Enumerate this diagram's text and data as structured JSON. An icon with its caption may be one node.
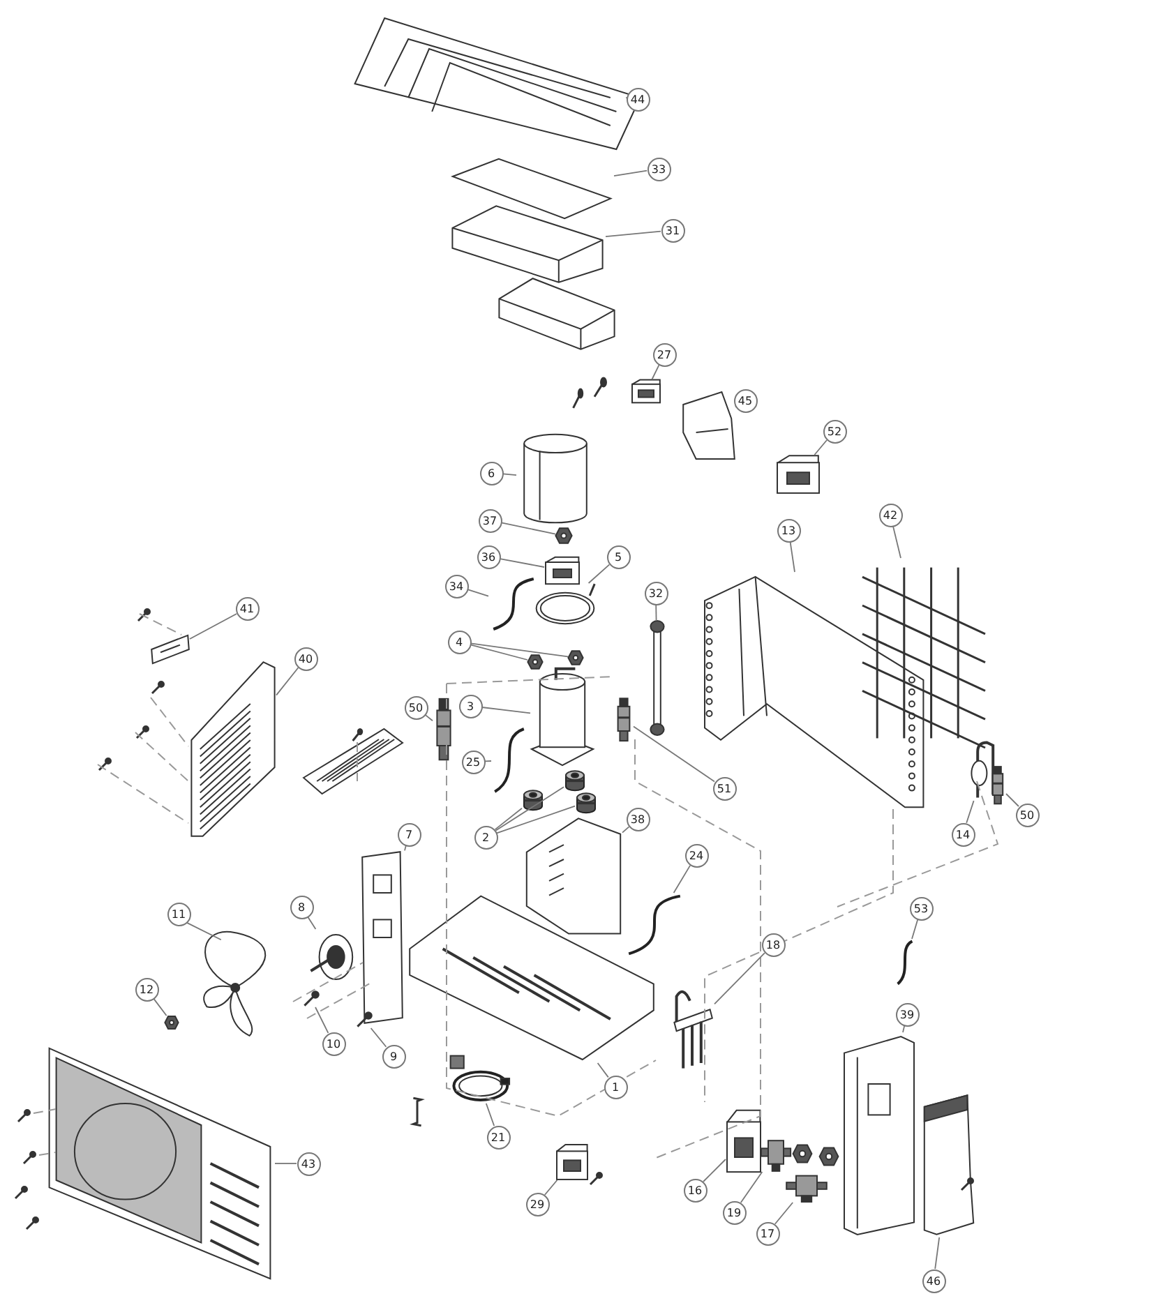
{
  "diagram": {
    "nodes": [
      {
        "text": [
          "44"
        ]
      },
      {
        "text": [],
        "shape": "picture"
      },
      {
        "text": [
          "33"
        ]
      },
      {
        "text": [],
        "shape": "picture"
      },
      {
        "text": [
          "31"
        ]
      },
      {
        "text": [],
        "shape": "picture"
      },
      {
        "text": [
          "27"
        ]
      },
      {
        "text": [],
        "shape": "picture"
      },
      {
        "text": [
          "45"
        ]
      },
      {
        "text": [],
        "shape": "picture"
      },
      {
        "text": [
          "52"
        ]
      },
      {
        "text": [],
        "shape": "picture"
      },
      {
        "text": [
          "6"
        ]
      },
      {
        "text": [],
        "shape": "picture"
      },
      {
        "text": [
          "37"
        ]
      },
      {
        "text": [],
        "shape": "picture"
      },
      {
        "text": [
          "36"
        ]
      },
      {
        "text": [],
        "shape": "picture"
      },
      {
        "text": [
          "5"
        ]
      },
      {
        "text": [],
        "shape": "picture"
      },
      {
        "text": [
          "34"
        ]
      },
      {
        "text": [],
        "shape": "picture"
      },
      {
        "text": [
          "32"
        ]
      },
      {
        "text": [],
        "shape": "picture"
      },
      {
        "text": [
          "13"
        ]
      },
      {
        "text": [],
        "shape": "picture"
      },
      {
        "text": [
          "42"
        ]
      },
      {
        "text": [],
        "shape": "picture"
      },
      {
        "text": [
          "41"
        ]
      },
      {
        "text": [],
        "shape": "picture"
      },
      {
        "text": [
          "40"
        ]
      },
      {
        "text": [],
        "shape": "picture"
      },
      {
        "text": [
          "4"
        ]
      },
      {
        "text": [],
        "shape": "picture"
      },
      {
        "text": [],
        "shape": "picture"
      },
      {
        "text": [
          "3"
        ]
      },
      {
        "text": [],
        "shape": "picture"
      },
      {
        "text": [
          "50"
        ]
      },
      {
        "text": [],
        "shape": "picture"
      },
      {
        "text": [
          "51"
        ]
      },
      {
        "text": [],
        "shape": "picture"
      },
      {
        "text": [
          "25"
        ]
      },
      {
        "text": [],
        "shape": "picture"
      },
      {
        "text": [
          "2"
        ]
      },
      {
        "text": [],
        "shape": "picture"
      },
      {
        "text": [],
        "shape": "picture"
      },
      {
        "text": [],
        "shape": "picture"
      },
      {
        "text": [
          "38"
        ]
      },
      {
        "text": [],
        "shape": "picture"
      },
      {
        "text": [
          "24"
        ]
      },
      {
        "text": [],
        "shape": "picture"
      },
      {
        "text": [
          "14"
        ]
      },
      {
        "text": [],
        "shape": "picture"
      },
      {
        "text": [
          "50"
        ]
      },
      {
        "text": [],
        "shape": "picture"
      },
      {
        "text": [
          "7"
        ]
      },
      {
        "text": [],
        "shape": "picture"
      },
      {
        "text": [
          "8"
        ]
      },
      {
        "text": [],
        "shape": "picture"
      },
      {
        "text": [
          "11"
        ]
      },
      {
        "text": [],
        "shape": "picture"
      },
      {
        "text": [
          "12"
        ]
      },
      {
        "text": [],
        "shape": "picture"
      },
      {
        "text": [
          "10"
        ]
      },
      {
        "text": [],
        "shape": "picture"
      },
      {
        "text": [
          "9"
        ]
      },
      {
        "text": [],
        "shape": "picture"
      },
      {
        "text": [
          "18"
        ]
      },
      {
        "text": [],
        "shape": "picture"
      },
      {
        "text": [
          "53"
        ]
      },
      {
        "text": [],
        "shape": "picture"
      },
      {
        "text": [
          "39"
        ]
      },
      {
        "text": [],
        "shape": "picture"
      },
      {
        "text": [
          "1"
        ]
      },
      {
        "text": [],
        "shape": "picture"
      },
      {
        "text": [
          "43"
        ]
      },
      {
        "text": [],
        "shape": "picture"
      },
      {
        "text": [
          "21"
        ]
      },
      {
        "text": [],
        "shape": "picture"
      },
      {
        "text": [
          "16"
        ]
      },
      {
        "text": [],
        "shape": "picture"
      },
      {
        "text": [
          "19"
        ]
      },
      {
        "text": [],
        "shape": "picture"
      },
      {
        "text": [
          "17"
        ]
      },
      {
        "text": [],
        "shape": "picture"
      },
      {
        "text": [
          "29"
        ]
      },
      {
        "text": [],
        "shape": "picture"
      },
      {
        "text": [
          "46"
        ]
      },
      {
        "text": [],
        "shape": "picture"
      }
    ],
    "edges": [
      {
        "from": 0,
        "to": 1,
        "arrow": "none"
      },
      {
        "from": 2,
        "to": 3,
        "arrow": "none"
      },
      {
        "from": 4,
        "to": 5,
        "arrow": "none"
      },
      {
        "from": 6,
        "to": 7,
        "arrow": "none"
      },
      {
        "from": 8,
        "to": 9,
        "arrow": "none"
      },
      {
        "from": 10,
        "to": 11,
        "arrow": "none"
      },
      {
        "from": 12,
        "to": 13,
        "arrow": "none"
      },
      {
        "from": 14,
        "to": 15,
        "arrow": "none"
      },
      {
        "from": 16,
        "to": 17,
        "arrow": "none"
      },
      {
        "from": 18,
        "to": 19,
        "arrow": "none"
      },
      {
        "from": 20,
        "to": 21,
        "arrow": "none"
      },
      {
        "from": 22,
        "to": 23,
        "arrow": "none"
      },
      {
        "from": 24,
        "to": 25,
        "arrow": "none"
      },
      {
        "from": 26,
        "to": 27,
        "arrow": "none"
      },
      {
        "from": 28,
        "to": 29,
        "arrow": "none"
      },
      {
        "from": 30,
        "to": 31,
        "arrow": "none"
      },
      {
        "from": 32,
        "to": 33,
        "arrow": "none"
      },
      {
        "from": 32,
        "to": 34,
        "arrow": "none"
      },
      {
        "from": 35,
        "to": 36,
        "arrow": "none"
      },
      {
        "from": 37,
        "to": 38,
        "arrow": "none"
      },
      {
        "from": 39,
        "to": 40,
        "arrow": "none"
      },
      {
        "from": 41,
        "to": 42,
        "arrow": "none"
      },
      {
        "from": 43,
        "to": 44,
        "arrow": "none"
      },
      {
        "from": 43,
        "to": 45,
        "arrow": "none"
      },
      {
        "from": 43,
        "to": 46,
        "arrow": "none"
      },
      {
        "from": 47,
        "to": 48,
        "arrow": "none"
      },
      {
        "from": 49,
        "to": 50,
        "arrow": "none"
      },
      {
        "from": 51,
        "to": 52,
        "arrow": "none"
      },
      {
        "from": 53,
        "to": 54,
        "arrow": "none"
      },
      {
        "from": 55,
        "to": 56,
        "arrow": "none"
      },
      {
        "from": 57,
        "to": 58,
        "arrow": "none"
      },
      {
        "from": 59,
        "to": 60,
        "arrow": "none"
      },
      {
        "from": 61,
        "to": 62,
        "arrow": "none"
      },
      {
        "from": 63,
        "to": 64,
        "arrow": "none"
      },
      {
        "from": 65,
        "to": 66,
        "arrow": "none"
      },
      {
        "from": 67,
        "to": 68,
        "arrow": "none"
      },
      {
        "from": 69,
        "to": 70,
        "arrow": "none"
      },
      {
        "from": 71,
        "to": 72,
        "arrow": "none"
      },
      {
        "from": 73,
        "to": 74,
        "arrow": "none"
      },
      {
        "from": 75,
        "to": 76,
        "arrow": "none"
      },
      {
        "from": 77,
        "to": 78,
        "arrow": "none"
      },
      {
        "from": 79,
        "to": 80,
        "arrow": "none"
      },
      {
        "from": 81,
        "to": 82,
        "arrow": "none"
      },
      {
        "from": 83,
        "to": 84,
        "arrow": "none"
      },
      {
        "from": 85,
        "to": 86,
        "arrow": "none"
      },
      {
        "from": 87,
        "to": 88,
        "arrow": "none"
      }
    ]
  }
}
